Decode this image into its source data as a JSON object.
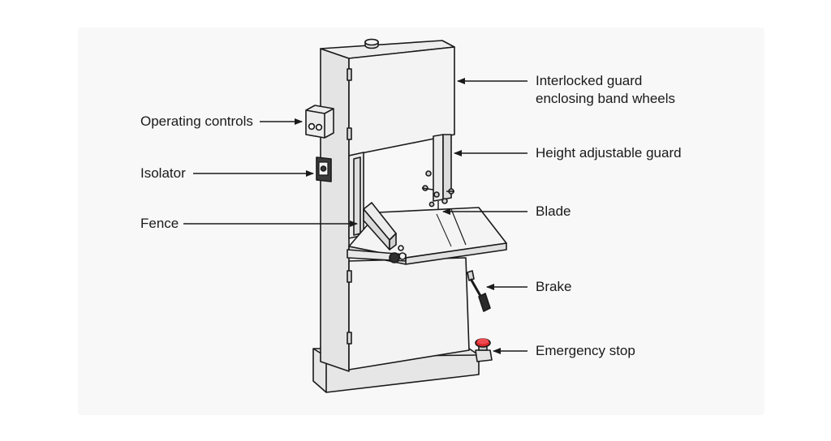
{
  "diagram": {
    "labels": {
      "operating_controls": "Operating controls",
      "isolator": "Isolator",
      "fence": "Fence",
      "interlocked_guard_line1": "Interlocked guard",
      "interlocked_guard_line2": "enclosing band wheels",
      "height_adjustable_guard": "Height adjustable guard",
      "blade": "Blade",
      "brake": "Brake",
      "emergency_stop": "Emergency stop"
    },
    "colors": {
      "line": "#1a1a1a",
      "machine_fill": "#f1f1f1",
      "machine_shade": "#e2e2e2",
      "emergency_red": "#d9262c",
      "background": "#ffffff",
      "panel": "#f8f8f8"
    }
  }
}
